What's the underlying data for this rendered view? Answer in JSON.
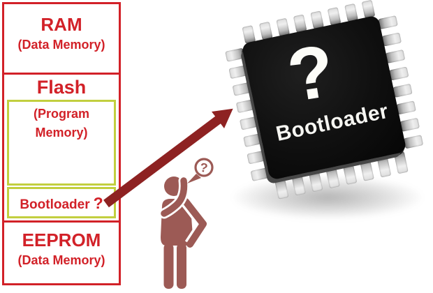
{
  "memory_map": {
    "ram": {
      "title": "RAM",
      "subtitle": "(Data Memory)"
    },
    "flash": {
      "title": "Flash",
      "program_label": "(Program Memory)",
      "bootloader_label": "Bootloader",
      "bootloader_q": "?"
    },
    "eeprom": {
      "title": "EEPROM",
      "subtitle": "(Data Memory)"
    }
  },
  "chip": {
    "question_mark": "?",
    "label": "Bootloader"
  },
  "thinker": {
    "bubble_text": "?"
  },
  "palette": {
    "box_red": "#d22128",
    "inner_yellow_green": "#c2cf3f",
    "arrow_dark_red": "#8e2222",
    "person_red": "#9c5a55",
    "chip_black": "#101010",
    "pin_silver": "#dcdcdc",
    "background": "#ffffff"
  }
}
